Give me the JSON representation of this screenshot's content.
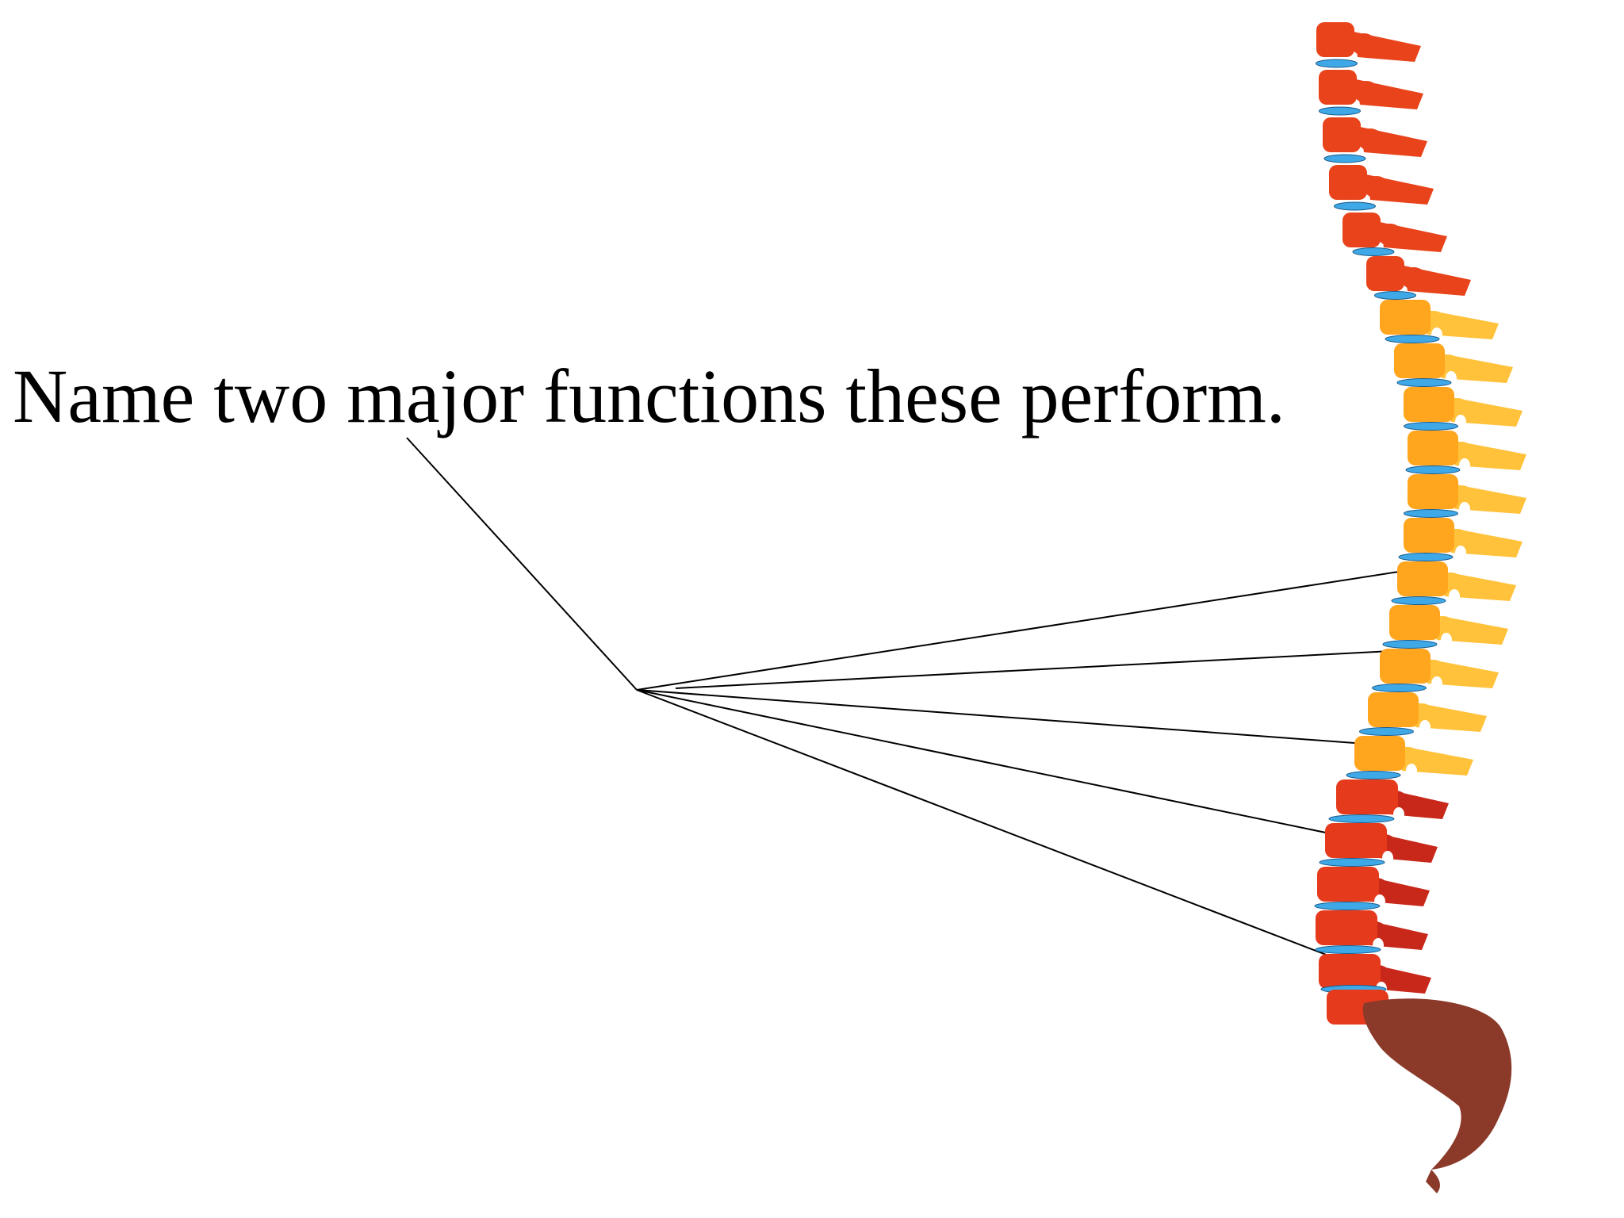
{
  "slide": {
    "question": "Name two major functions these perform."
  },
  "figure": {
    "subject": "vertebral column (lateral view)",
    "leader_lines": 5
  },
  "colors": {
    "cervical": "#E8431A",
    "thoracic": "#FFA51E",
    "thoracic_light": "#FFC23A",
    "lumbar": "#E63A1C",
    "lumbar_dark": "#C8281A",
    "sacrum": "#8B3A2A",
    "disc": "#3FA9E8",
    "leader_line": "#000000",
    "text": "#000000",
    "background": "#FFFFFF"
  }
}
